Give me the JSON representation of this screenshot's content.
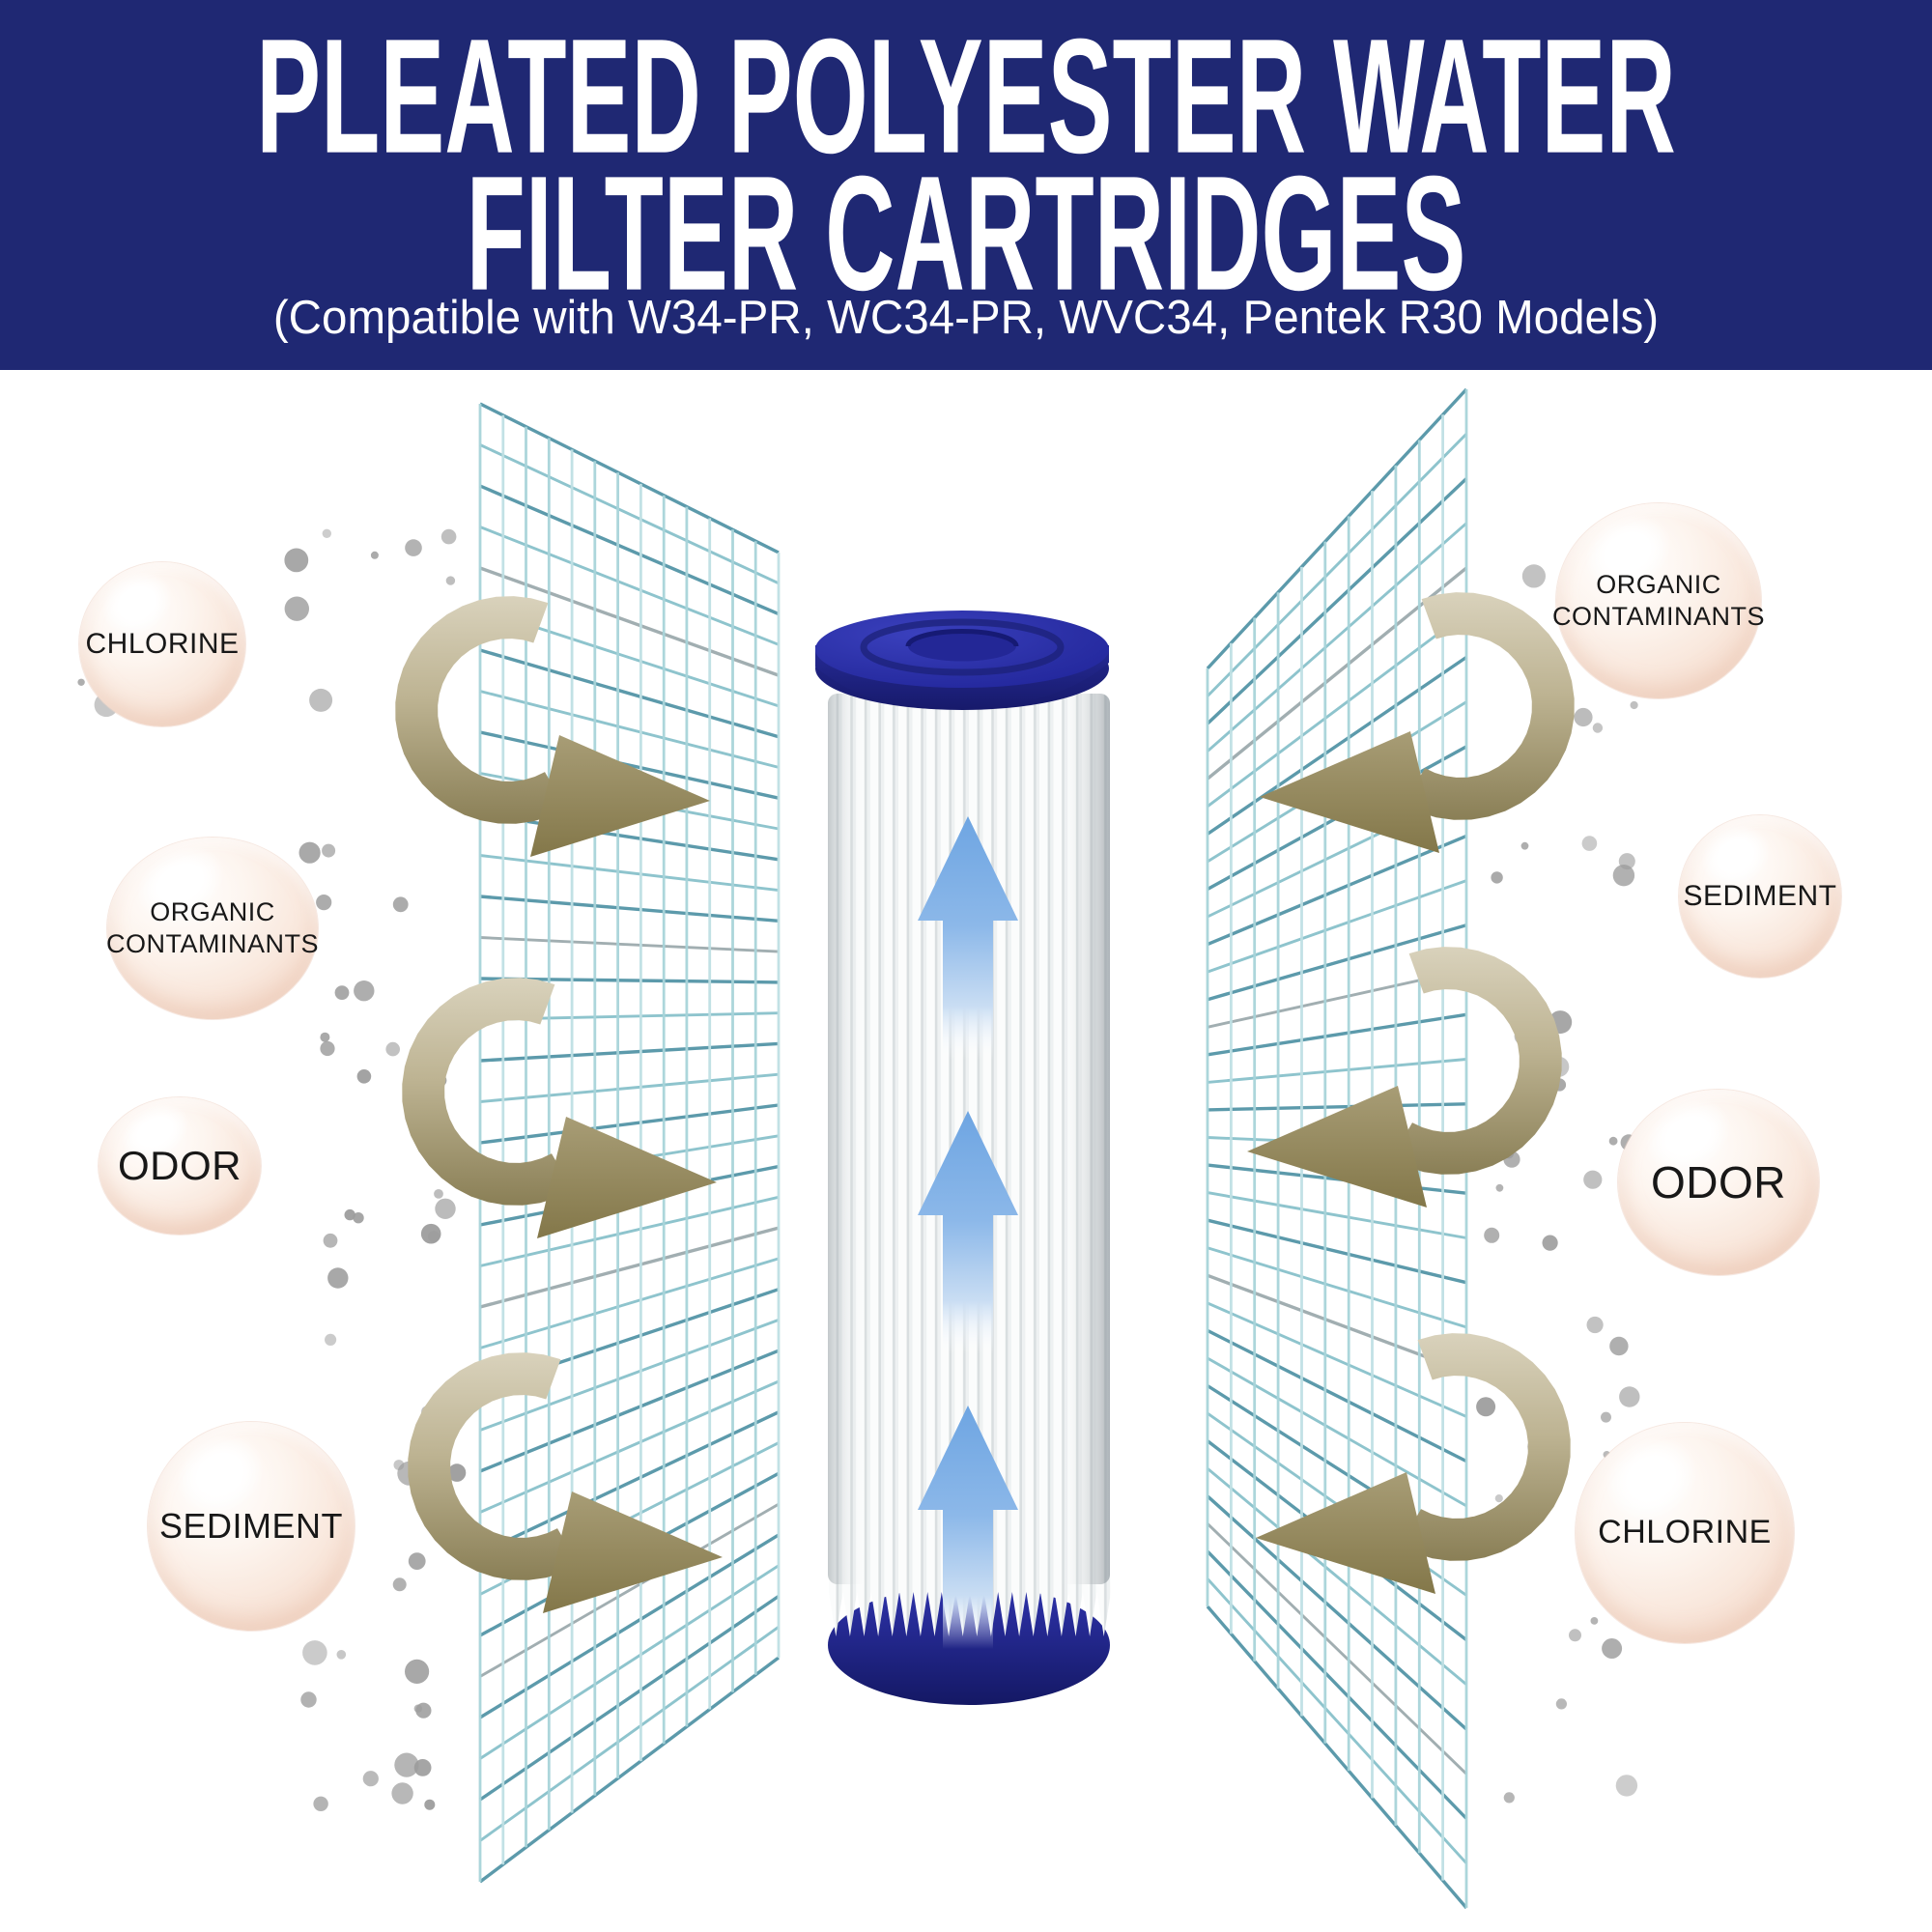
{
  "header": {
    "title_line1": "PLEATED POLYESTER WATER",
    "title_line2": "FILTER CARTRIDGES",
    "subtitle": "(Compatible with W34-PR, WC34-PR, WVC34, Pentek R30 Models)"
  },
  "bubbles": [
    {
      "side": "left",
      "label": "CHLORINE"
    },
    {
      "side": "left",
      "label": "ORGANIC CONTAMINANTS"
    },
    {
      "side": "left",
      "label": "ODOR"
    },
    {
      "side": "left",
      "label": "SEDIMENT"
    },
    {
      "side": "right",
      "label": "ORGANIC CONTAMINANTS"
    },
    {
      "side": "right",
      "label": "SEDIMENT"
    },
    {
      "side": "right",
      "label": "ODOR"
    },
    {
      "side": "right",
      "label": "CHLORINE"
    }
  ],
  "colors": {
    "header_bg": "#1f2873",
    "header_text": "#ffffff",
    "mesh_line_dark": "#4f92a4",
    "mesh_line_light": "#85bfc9",
    "mesh_line_gray": "#9aa8ab",
    "mesh_vertical": "#a8d4da",
    "arrow_tan_light": "#d9d2bc",
    "arrow_tan_dark": "#8a7f56",
    "arrow_head_light": "#a89d76",
    "arrow_head_dark": "#837749",
    "flow_arrow_blue": "#6ea5e2",
    "cap_blue": "#2a2fa5",
    "cap_blue_light": "#3a40bd",
    "cap_blue_dark": "#171a6b",
    "base_blue_dark": "#141864",
    "dot_gray": "#9c9c9c",
    "bubble_fill": "#f4dacb",
    "pleat_white": "#fbfcfc",
    "pleat_shadow": "#d9dee0"
  }
}
